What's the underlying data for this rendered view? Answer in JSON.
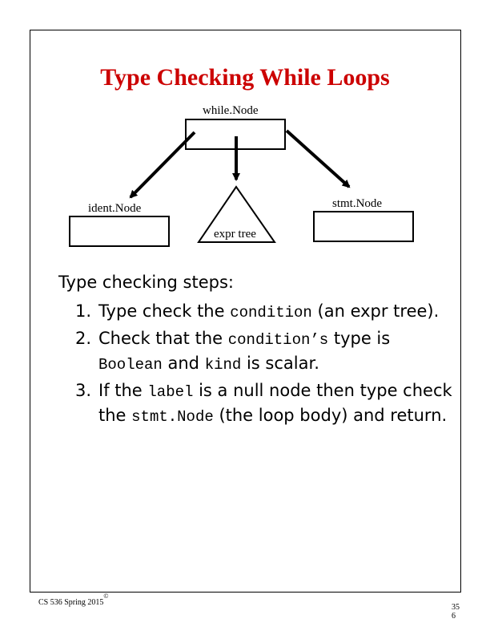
{
  "title": "Type Checking While Loops",
  "colors": {
    "title": "#cc0000",
    "ink": "#000000"
  },
  "diagram": {
    "root": "while.Node",
    "left": "ident.Node",
    "center": "expr tree",
    "right": "stmt.Node"
  },
  "steps": {
    "heading": "Type checking steps:",
    "items": [
      {
        "num": "1.",
        "parts": [
          {
            "t": "Type check the ",
            "code": false
          },
          {
            "t": "condition",
            "code": true
          },
          {
            "t": " (an expr tree).",
            "code": false
          }
        ]
      },
      {
        "num": "2.",
        "parts": [
          {
            "t": "Check that the ",
            "code": false
          },
          {
            "t": "condition’s",
            "code": true
          },
          {
            "t": " type is ",
            "code": false
          },
          {
            "t": "Boolean",
            "code": true
          },
          {
            "t": " and ",
            "code": false
          },
          {
            "t": "kind",
            "code": true
          },
          {
            "t": " is scalar.",
            "code": false
          }
        ]
      },
      {
        "num": "3.",
        "parts": [
          {
            "t": "If the ",
            "code": false
          },
          {
            "t": "label",
            "code": true
          },
          {
            "t": " is a null node then type check the ",
            "code": false
          },
          {
            "t": "stmt.Node",
            "code": true
          },
          {
            "t": " (the loop body) and return.",
            "code": false
          }
        ]
      }
    ]
  },
  "footer": {
    "course": "CS 536 Spring 2015",
    "copyright": "©",
    "page_line1": "35",
    "page_line2": "6"
  }
}
